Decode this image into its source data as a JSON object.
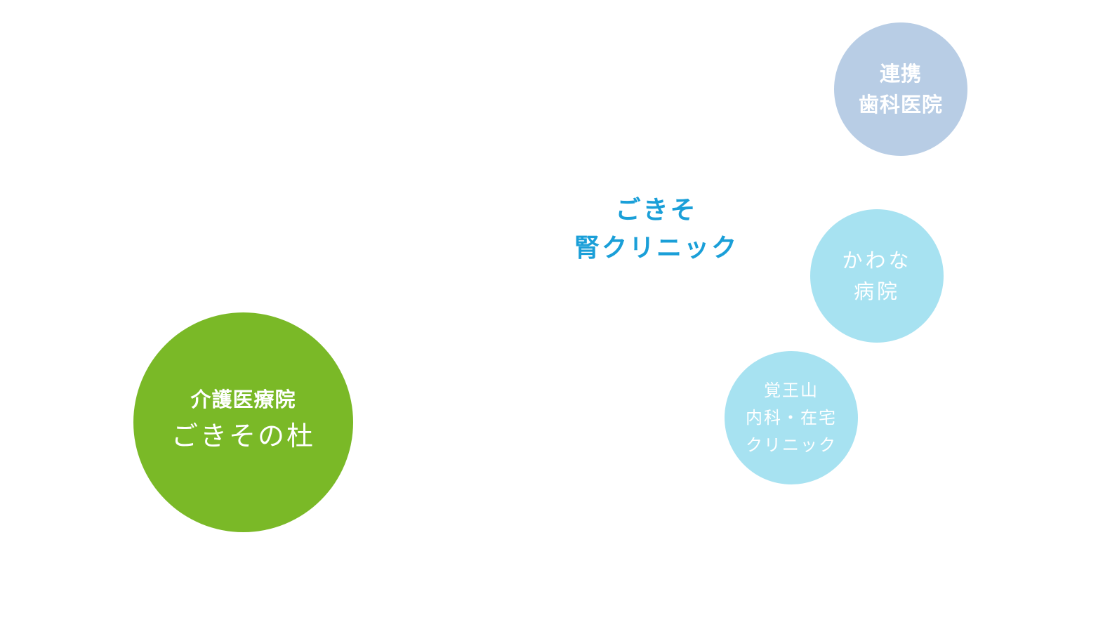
{
  "colors": {
    "main_green": "#7ab927",
    "title_blue": "#1a9fd8",
    "dental_blue": "#b8cde5",
    "partner_light_blue": "#a7e2f1",
    "text_on_circle": "#ffffff",
    "background": "#ffffff"
  },
  "center_title": {
    "lines": [
      "ごきそ",
      "腎クリニック"
    ]
  },
  "facilities": {
    "main": {
      "category": "介護医療院",
      "name": "ごきその杜"
    },
    "dental": {
      "lines": [
        "連携",
        "歯科医院"
      ]
    },
    "kawana": {
      "lines": [
        "かわな",
        "病院"
      ]
    },
    "kakuozan": {
      "lines": [
        "覚王山",
        "内科・在宅",
        "クリニック"
      ]
    }
  }
}
